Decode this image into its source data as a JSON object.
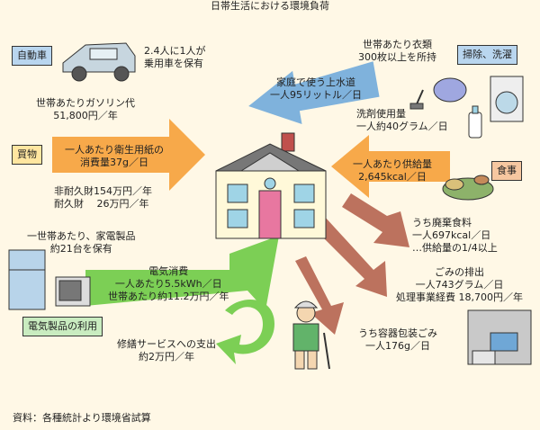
{
  "title": "日帯生活における環境負荷",
  "categories": {
    "car": "自動車",
    "shopping": "買物",
    "cleaning": "掃除、洗濯",
    "meals": "食事",
    "electric": "電気製品の利用"
  },
  "car": {
    "ownership_line1": "2.4人に1人が",
    "ownership_line2": "乗用車を保有",
    "gasoline_line1": "世帯あたりガソリン代",
    "gasoline_line2": "51,800円／年"
  },
  "shopping": {
    "tissue_line1": "一人あたり衛生用紙の",
    "tissue_line2": "消費量37g／日",
    "nondurable": "非耐久財154万円／年",
    "durable": "耐久財　 26万円／年"
  },
  "water": {
    "line1": "家庭で使う上水道",
    "line2": "一人95リットル／日"
  },
  "cleaning": {
    "clothing_line1": "世帯あたり衣類",
    "clothing_line2": "300枚以上を所持",
    "detergent_line1": "洗剤使用量",
    "detergent_line2": "一人約40グラム／日"
  },
  "meals": {
    "supply_line1": "一人あたり供給量",
    "supply_line2": "2,645kcal／日",
    "waste_line1": "うち廃棄食料",
    "waste_line2": "一人697kcal／日",
    "waste_line3": "…供給量の1/4以上"
  },
  "appliances": {
    "line1": "一世帯あたり、家電製品",
    "line2": "約21台を保有"
  },
  "electricity": {
    "line1": "電気消費",
    "line2": "一人あたり5.5kWh／日",
    "line3": "世帯あたり約11.2万円／年"
  },
  "repair": {
    "line1": "修繕サービスへの支出",
    "line2": "約2万円／年"
  },
  "garbage": {
    "line1": "ごみの排出",
    "line2": "一人743グラム／日",
    "line3": "処理事業経費 18,700円／年"
  },
  "packaging": {
    "line1": "うち容器包装ごみ",
    "line2": "一人176g／日"
  },
  "source": "資料：各種統計より環境省試算",
  "colors": {
    "background": "#fff8e6",
    "orange_arrow": "#f7a94a",
    "blue_arrow": "#7fb2dc",
    "green_arrow": "#7ccf55",
    "brown_arrow": "#b5634f",
    "car_label": "#b9d6ef",
    "shopping_label": "#ffe6a0",
    "cleaning_label": "#b9d6ef",
    "meals_label": "#f6c7a0",
    "electric_label": "#c9ecc0"
  }
}
